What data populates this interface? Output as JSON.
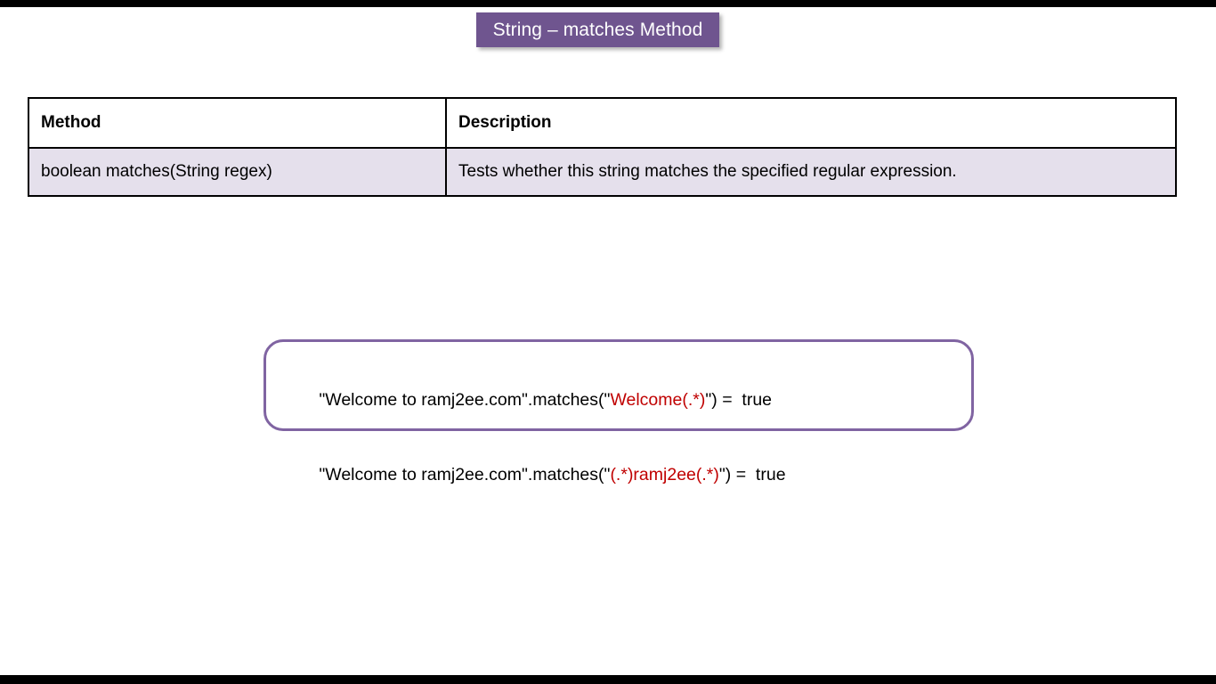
{
  "slide": {
    "title": "String – matches Method",
    "background_color": "#FFFFFF",
    "title_background_color": "#6F558F",
    "title_text_color": "#FFFFFF",
    "letterbox_color": "#000000"
  },
  "table": {
    "headers": [
      "Method",
      "Description"
    ],
    "row_background_color": "#E5E0EC",
    "border_color": "#000000",
    "rows": [
      {
        "method": "boolean matches(String regex)",
        "description": "Tests whether this string matches the specified regular expression."
      }
    ]
  },
  "example_box": {
    "border_color": "#8064A2",
    "regex_color": "#C00000",
    "lines": [
      {
        "prefix": "\"Welcome to ramj2ee.com\".matches(\"",
        "regex": "Welcome(.*)",
        "suffix": "\") =  true"
      },
      {
        "prefix": "\"Welcome to ramj2ee.com\".matches(\"",
        "regex": "(.*)ramj2ee(.*)",
        "suffix": "\") =  true"
      }
    ]
  }
}
